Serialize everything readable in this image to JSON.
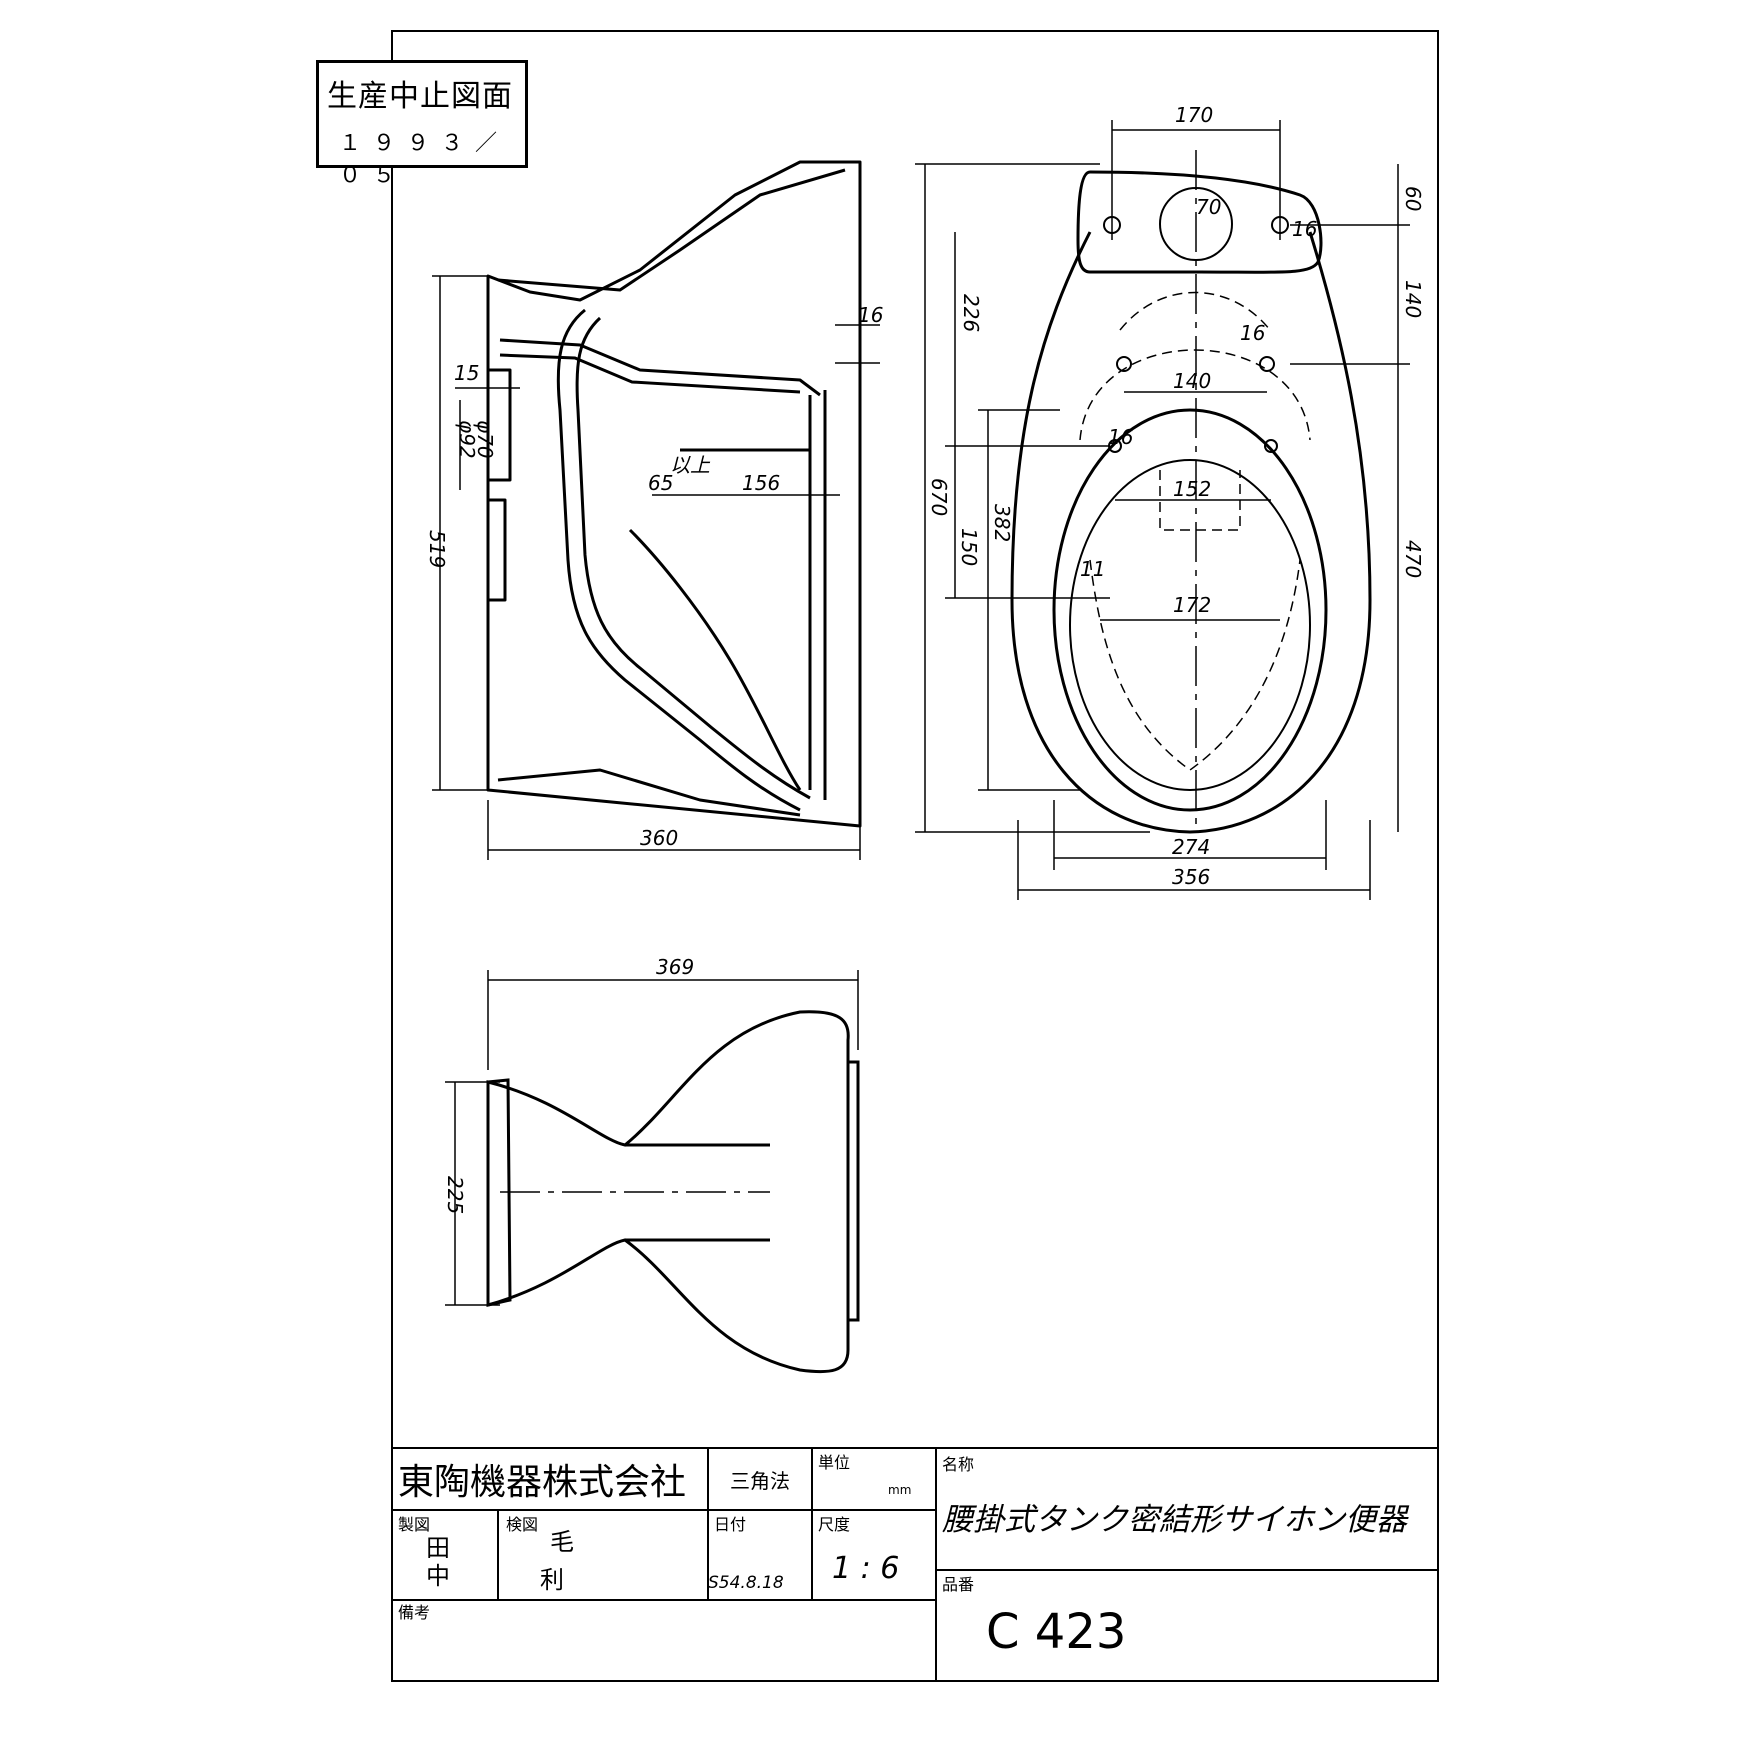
{
  "stamp": {
    "title": "生産中止図面",
    "date": "１９９３／０５"
  },
  "dimensions": {
    "side_view": {
      "width": "360",
      "height": "519",
      "d15": "15",
      "d16": "16",
      "d65": "65",
      "d156": "156",
      "pipe_dia": "φ70",
      "pipe_dia2": "φ92",
      "note_ijou": "以上"
    },
    "top_view": {
      "tank_width": "170",
      "tank_hole": "70",
      "hole_top": "16",
      "top_60": "60",
      "top_140": "140",
      "d226": "226",
      "d140": "140",
      "d152": "152",
      "d172": "172",
      "hole_16": "16",
      "hole_11": "11",
      "d16b": "16",
      "total_670": "670",
      "d150": "150",
      "d382": "382",
      "d470": "470",
      "d274": "274",
      "d356": "356"
    },
    "front_view": {
      "width": "369",
      "height": "225"
    }
  },
  "title_block": {
    "company": "東陶機器株式会社",
    "projection": "三角法",
    "unit_label": "単位",
    "unit_value": "mm",
    "name_label": "名称",
    "product_name": "腰掛式タンク密結形サイホン便器",
    "drawn_label": "製図",
    "drawn_name_1": "田",
    "drawn_name_2": "中",
    "checked_label": "検図",
    "checked_name_1": "毛",
    "checked_name_2": "利",
    "date_label": "日付",
    "date_value": "S54.8.18",
    "scale_label": "尺度",
    "scale_value": "1 : 6",
    "part_no_label": "品番",
    "part_no": "C 423",
    "remarks_label": "備考"
  }
}
